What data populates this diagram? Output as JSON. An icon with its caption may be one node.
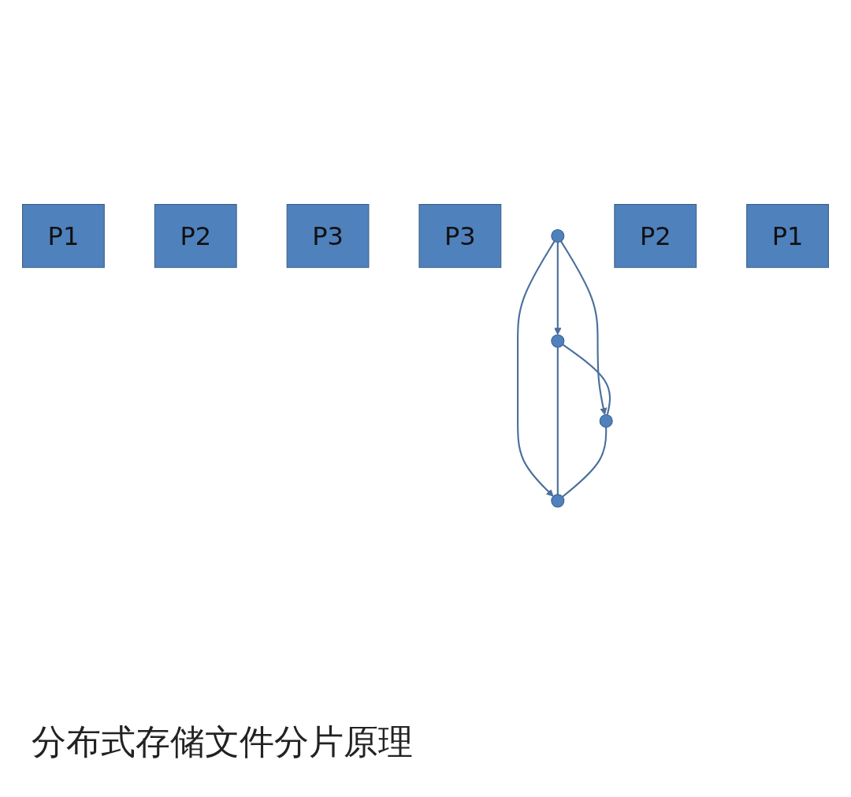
{
  "diagram": {
    "caption": "分布式存储文件分片原理",
    "nodes": [
      {
        "text": [
          "P1"
        ]
      },
      {
        "text": [
          "P2"
        ]
      },
      {
        "text": [
          "P3"
        ]
      },
      {
        "text": [
          "P3"
        ]
      },
      {
        "text": [],
        "shape": "circle"
      },
      {
        "text": [],
        "shape": "circle"
      },
      {
        "text": [],
        "shape": "circle"
      },
      {
        "text": [],
        "shape": "circle"
      },
      {
        "text": [
          "P2"
        ]
      },
      {
        "text": [
          "P1"
        ]
      }
    ],
    "edges": [
      {
        "from": 5,
        "to": 4,
        "arrow": "to"
      },
      {
        "from": 5,
        "to": 6,
        "arrow": "to"
      },
      {
        "from": 5,
        "to": 7,
        "arrow": "to"
      },
      {
        "from": 4,
        "to": 6,
        "arrow": "none"
      },
      {
        "from": 4,
        "to": 7,
        "arrow": "none"
      },
      {
        "from": 6,
        "to": 7,
        "arrow": "none"
      }
    ]
  }
}
